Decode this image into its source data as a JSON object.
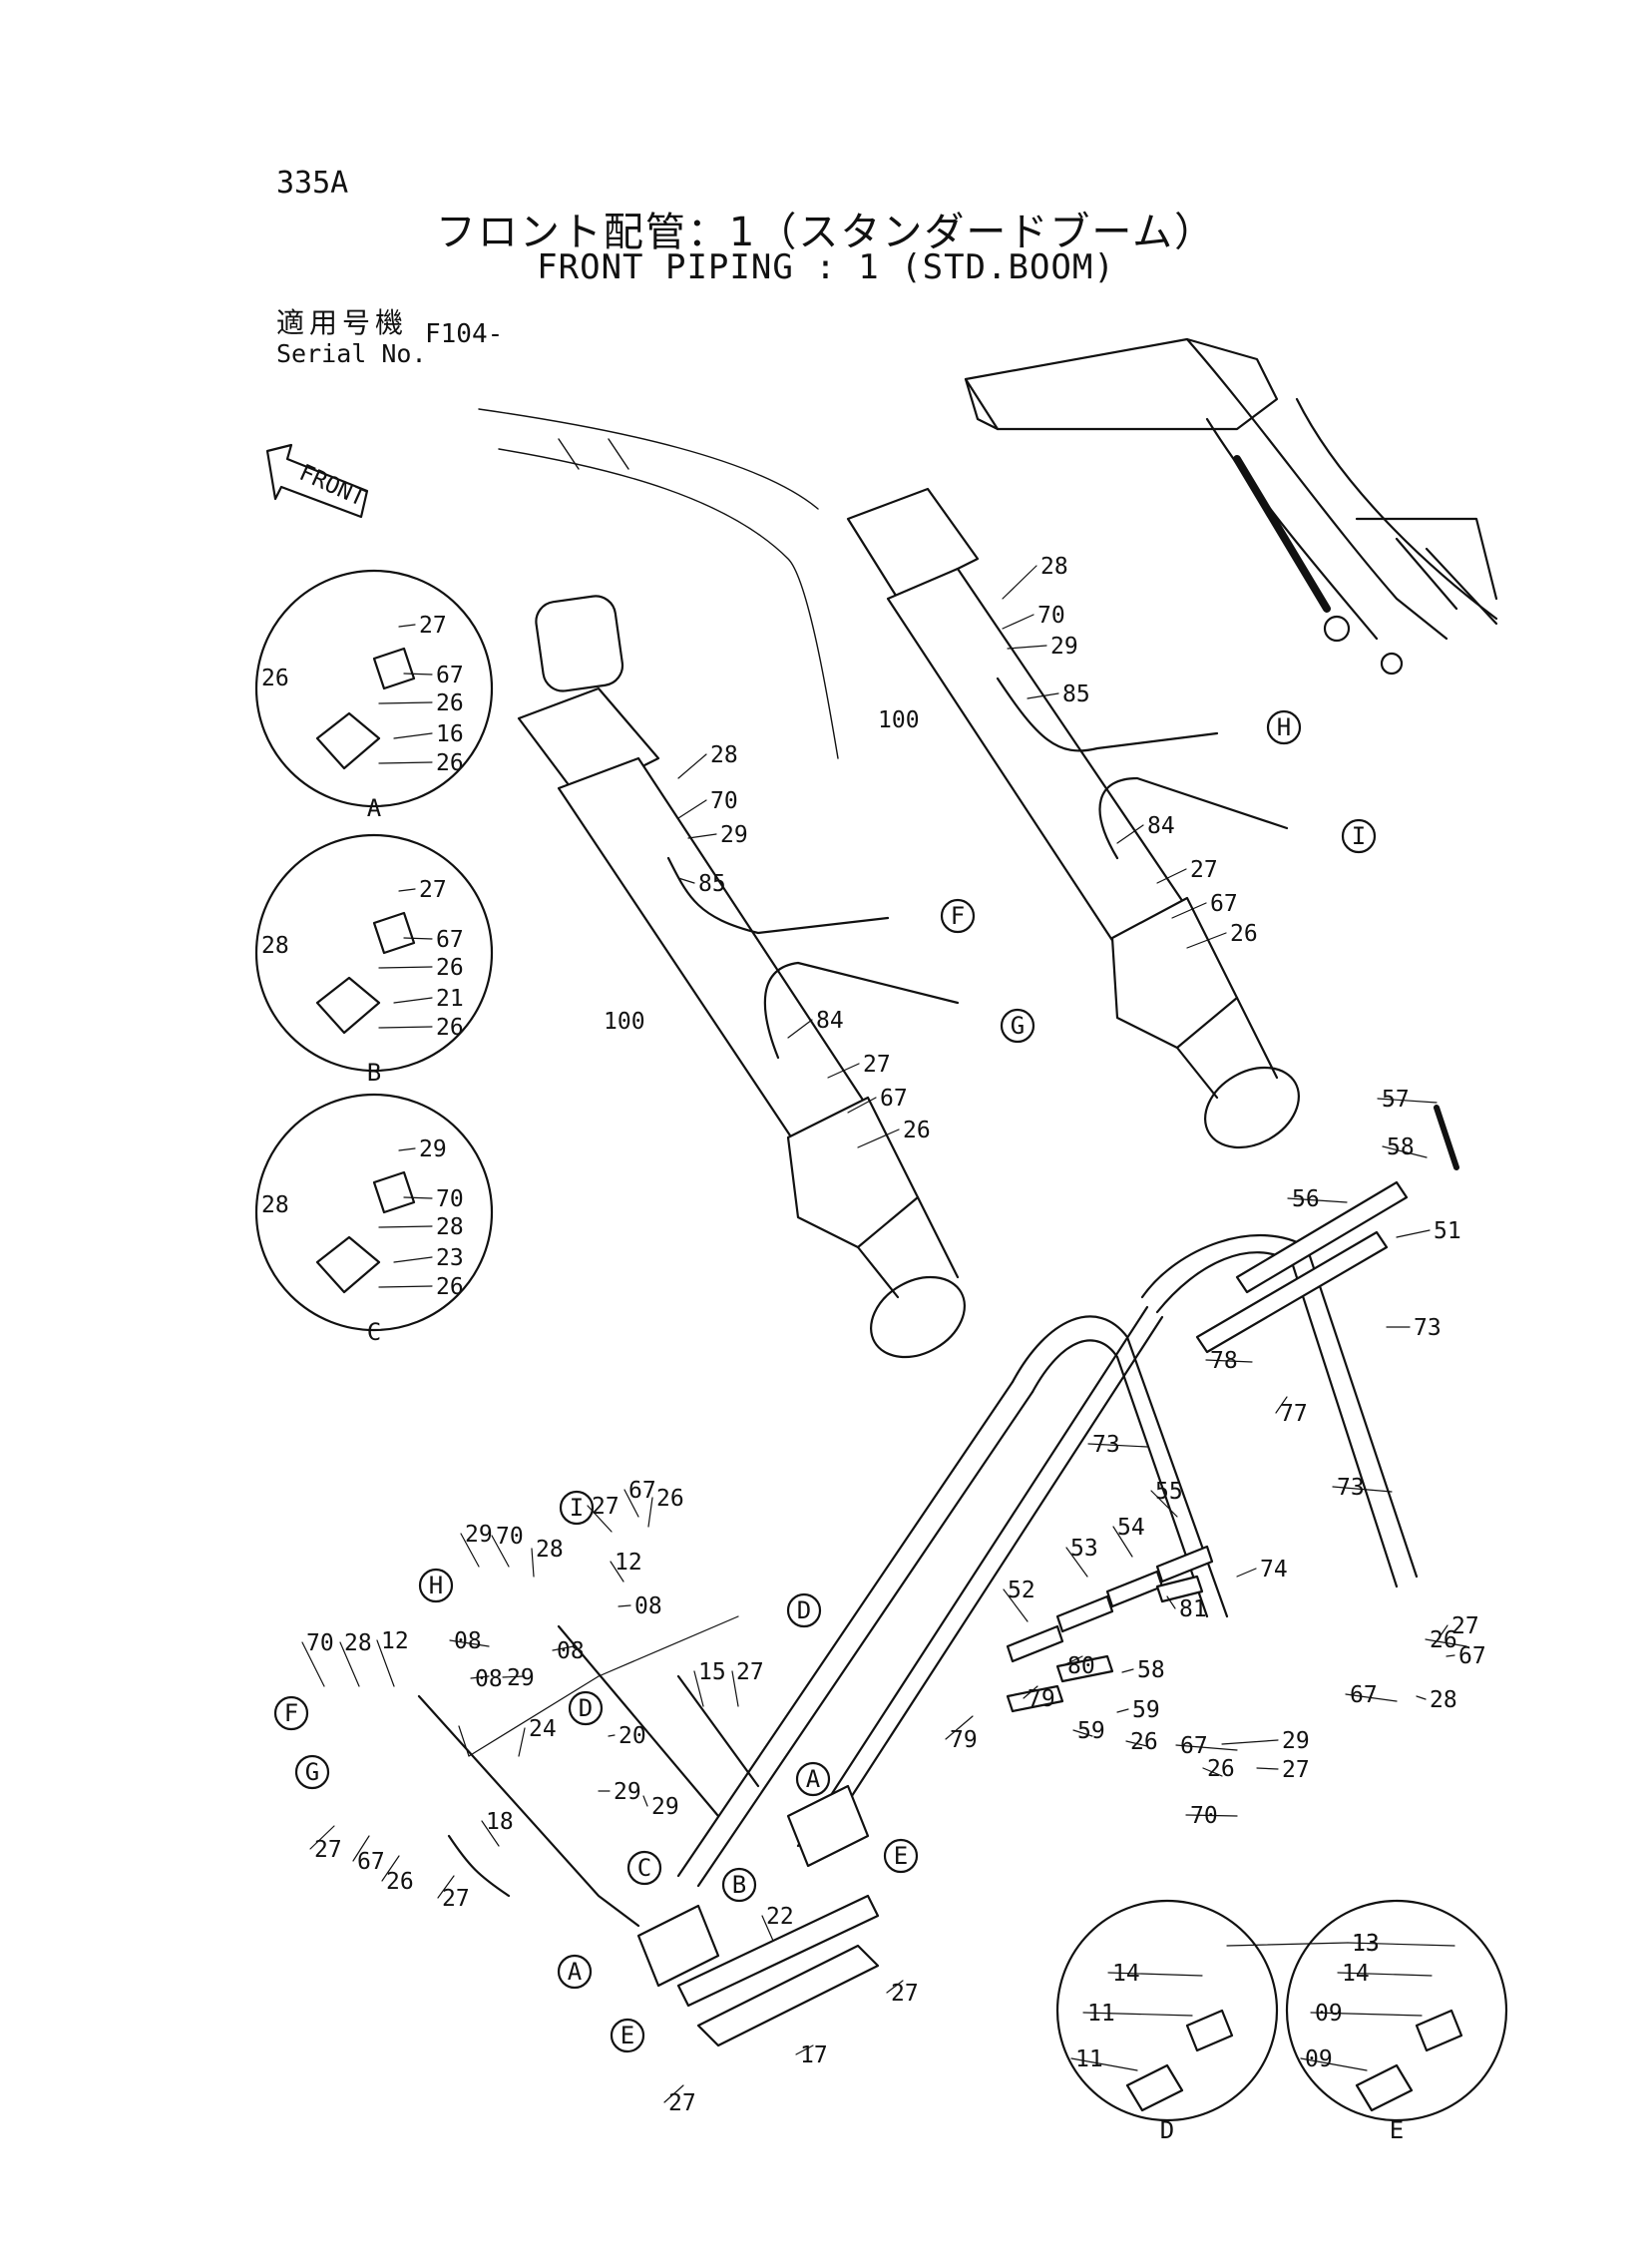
{
  "header": {
    "page_number": "335A",
    "title_jp": "フロント配管：1（スタンダードブーム）",
    "title_en": "FRONT PIPING : 1 (STD.BOOM)",
    "serial_label_jp": "適用号機",
    "serial_label_en": "Serial No.",
    "serial_value": "F104-"
  },
  "front_arrow": {
    "label": "FRONT"
  },
  "detail_views": [
    {
      "id": "A",
      "parts": [
        "27",
        "67",
        "26",
        "26",
        "16",
        "26"
      ]
    },
    {
      "id": "B",
      "parts": [
        "27",
        "67",
        "28",
        "26",
        "21",
        "26"
      ]
    },
    {
      "id": "C",
      "parts": [
        "29",
        "70",
        "28",
        "28",
        "23",
        "26"
      ]
    },
    {
      "id": "D",
      "parts": [
        "13",
        "14",
        "11",
        "11"
      ]
    },
    {
      "id": "E",
      "parts": [
        "13",
        "14",
        "09",
        "09"
      ]
    }
  ],
  "connection_markers": [
    "F",
    "G",
    "H",
    "I"
  ],
  "cylinder_left_parts": [
    "28",
    "70",
    "29",
    "85",
    "100",
    "84",
    "27",
    "67",
    "26"
  ],
  "cylinder_right_parts": [
    "28",
    "70",
    "29",
    "85",
    "100",
    "84",
    "27",
    "67",
    "26"
  ],
  "pipe_parts": [
    "57",
    "58",
    "56",
    "51",
    "73",
    "78",
    "77",
    "73",
    "73",
    "74",
    "55",
    "54",
    "53",
    "52",
    "81",
    "58",
    "80",
    "59",
    "59",
    "79",
    "79",
    "26",
    "26",
    "27",
    "67",
    "67",
    "28",
    "29",
    "27",
    "26",
    "67",
    "70"
  ],
  "lower_left_parts": [
    "27",
    "67",
    "26",
    "29",
    "70",
    "28",
    "12",
    "08",
    "08",
    "29",
    "70",
    "28",
    "12",
    "08",
    "08",
    "27",
    "67",
    "26",
    "27",
    "24",
    "18",
    "20",
    "15",
    "27",
    "29",
    "29",
    "22",
    "17",
    "27",
    "27"
  ],
  "callouts_lower": [
    "I",
    "H",
    "F",
    "G",
    "D",
    "D",
    "A",
    "A",
    "B",
    "C",
    "E",
    "E"
  ]
}
